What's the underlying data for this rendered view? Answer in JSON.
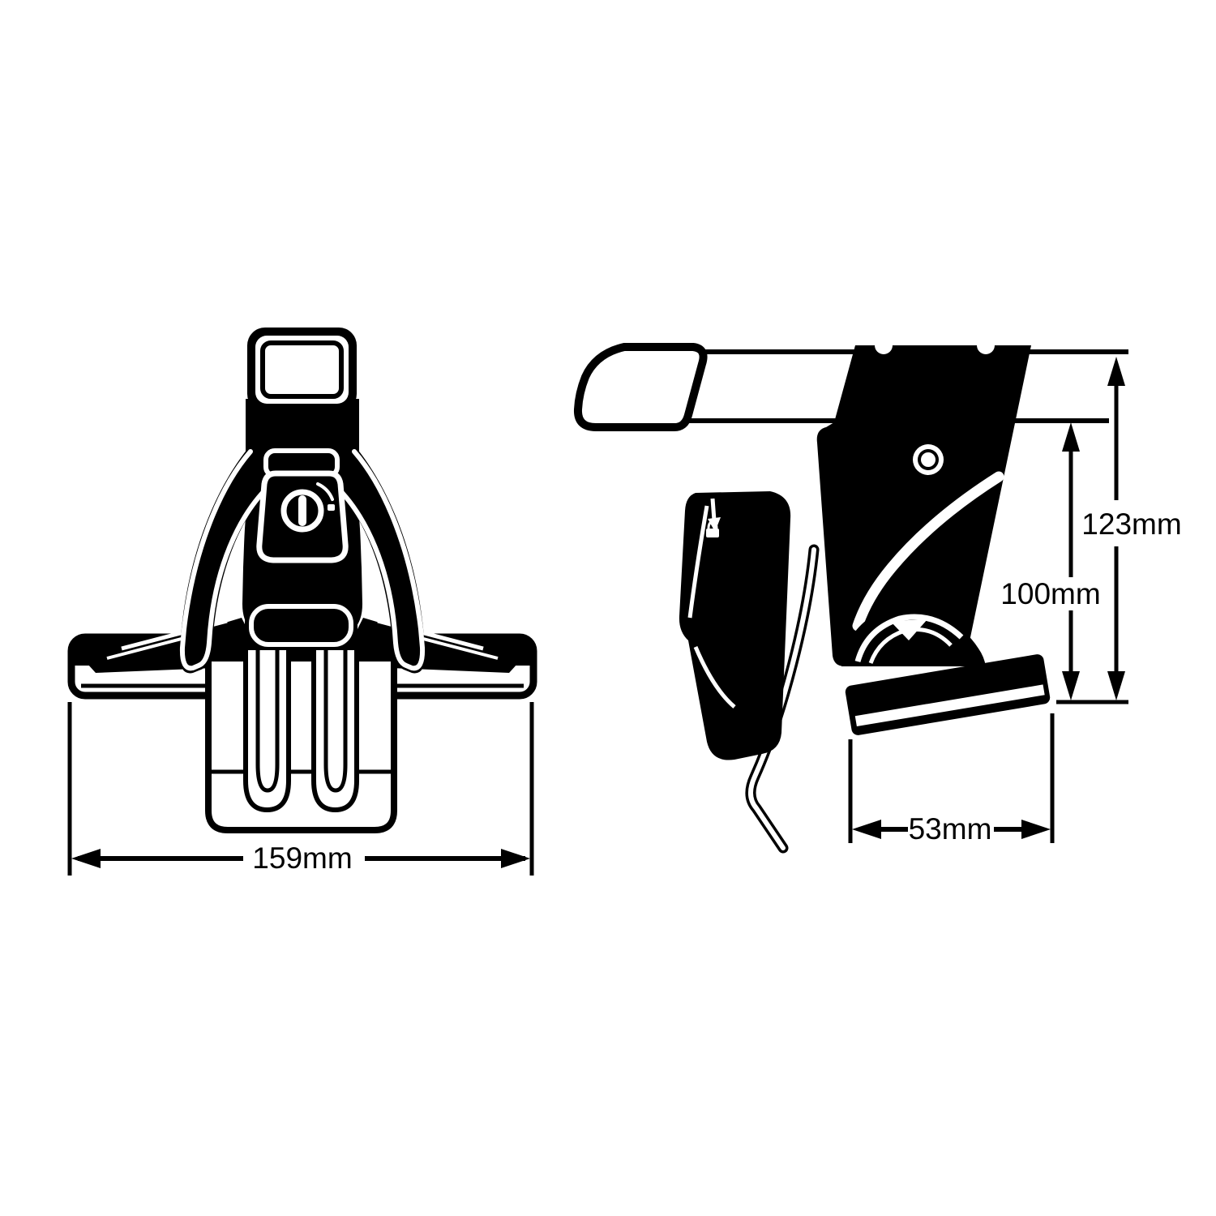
{
  "diagram": {
    "type": "technical-line-drawing",
    "subject": "roof rack mounting foot, front and side views with dimensions",
    "colors": {
      "line": "#000000",
      "background": "#ffffff"
    },
    "views": [
      {
        "id": "front-view",
        "position": "left"
      },
      {
        "id": "side-view",
        "position": "right"
      }
    ],
    "dimensions": {
      "front_width_label": "159mm",
      "overall_height_label": "123mm",
      "foot_height_label": "100mm",
      "pad_width_label": "53mm"
    },
    "icons": [
      "keyhole-icon",
      "padlock-icon",
      "arrow-down-icon"
    ]
  }
}
